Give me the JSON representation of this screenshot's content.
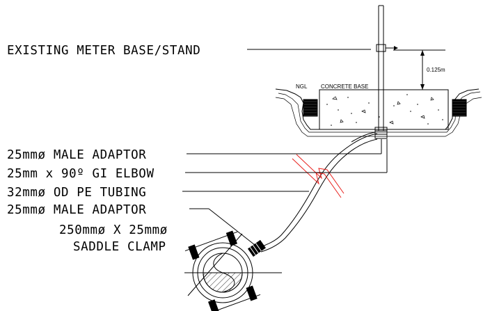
{
  "labels": {
    "meter_base": "EXISTING METER BASE/STAND",
    "male_adaptor_top": "25mmø MALE ADAPTOR",
    "gi_elbow": "25mm x 90º GI ELBOW",
    "pe_tubing": "32mmø OD PE TUBING",
    "male_adaptor_bottom": "25mmø MALE ADAPTOR",
    "saddle_clamp_line1": "250mmø X 25mmø",
    "saddle_clamp_line2": "SADDLE CLAMP"
  },
  "annotations": {
    "ngl": "NGL",
    "concrete_base": "CONCRETE BASE",
    "dimension": "0.125m"
  },
  "colors": {
    "linework": "#000000",
    "break_lines": "#e8211d"
  }
}
